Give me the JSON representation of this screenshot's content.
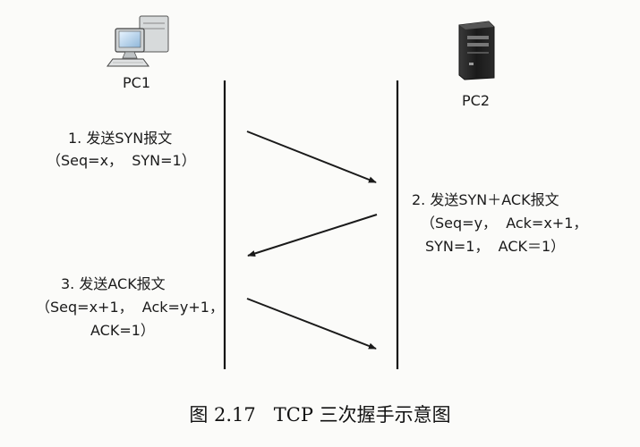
{
  "nodes": {
    "pc1": {
      "label": "PC1"
    },
    "pc2": {
      "label": "PC2"
    }
  },
  "steps": [
    {
      "label": "1. 发送SYN报文",
      "detail": [
        "（Seq=x，  SYN=1）"
      ]
    },
    {
      "label": "2. 发送SYN＋ACK报文",
      "detail": [
        "（Seq=y，  Ack=x+1，",
        "SYN=1，  ACK＝1）"
      ]
    },
    {
      "label": "3. 发送ACK报文",
      "detail": [
        "（Seq=x+1，  Ack=y+1，",
        "ACK=1）"
      ]
    }
  ],
  "caption": {
    "number": "图 2.17",
    "title": "TCP 三次握手示意图"
  }
}
